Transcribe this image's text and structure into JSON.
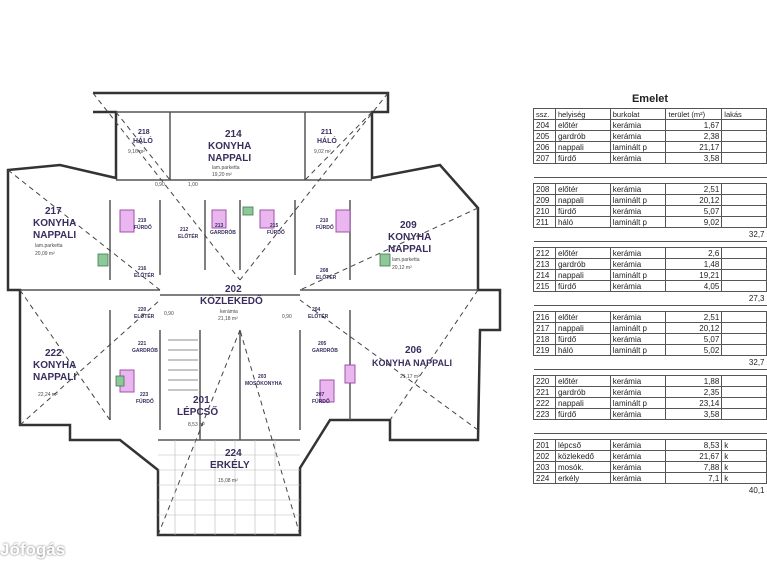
{
  "rooms": {
    "r218": {
      "num": "218",
      "name": "HÁLÓ",
      "area": "9,16 m²"
    },
    "r214": {
      "num": "214",
      "name1": "KONYHA",
      "name2": "NAPPALI",
      "floor": "lam.parketta",
      "area": "19,20 m²"
    },
    "r211": {
      "num": "211",
      "name": "HÁLÓ",
      "area": "9,02 m²"
    },
    "r217": {
      "num": "217",
      "name1": "KONYHA",
      "name2": "NAPPALI",
      "floor": "lam.parketta",
      "area": "20,09 m²"
    },
    "r209": {
      "num": "209",
      "name1": "KONYHA",
      "name2": "NAPPALI",
      "floor": "lam.parketta",
      "area": "20,12 m²"
    },
    "r202": {
      "num": "202",
      "name": "KÖZLEKEDŐ",
      "floor": "kerámia",
      "area": "21,18 m²"
    },
    "r222": {
      "num": "222",
      "name1": "KONYHA",
      "name2": "NAPPALI",
      "area": "22,24 m²"
    },
    "r206": {
      "num": "206",
      "name": "KONYHA NAPPALI",
      "area": "21,17 m²"
    },
    "r201": {
      "num": "201",
      "name": "LÉPCSŐ",
      "area": "8,53 m²"
    },
    "r224": {
      "num": "224",
      "name": "ERKÉLY",
      "area": "15,08 m²"
    },
    "small": {
      "furdo": "FÜRDŐ",
      "eloter": "ELŐTÉR",
      "gardrob": "GARDRÓB",
      "moskonyha": "MOSÓKONYHA",
      "f219": "219",
      "f215": "215",
      "e216": "216",
      "e210": "210",
      "e212": "212",
      "g213": "213",
      "e208": "208",
      "e220": "220",
      "g221": "221",
      "f223": "223",
      "e204": "204",
      "g205": "205",
      "f207": "207",
      "m203": "203"
    },
    "dims": {
      "d1": "0,90",
      "d2": "1,00",
      "d3": "0,90",
      "d4": "0,90"
    }
  },
  "table": {
    "title": "Emelet",
    "headers": [
      "ssz.",
      "helyiség",
      "burkolat",
      "terület (m²)",
      "lakás"
    ],
    "groups": [
      {
        "rows": [
          [
            "204",
            "előtér",
            "kerámia",
            "1,67"
          ],
          [
            "205",
            "gardrób",
            "kerámia",
            "2,38"
          ],
          [
            "206",
            "nappali",
            "laminált p",
            "21,17"
          ],
          [
            "207",
            "fürdő",
            "kerámia",
            "3,58"
          ]
        ],
        "subtotal": ""
      },
      {
        "rows": [
          [
            "208",
            "előtér",
            "kerámia",
            "2,51"
          ],
          [
            "209",
            "nappali",
            "laminált p",
            "20,12"
          ],
          [
            "210",
            "fürdő",
            "kerámia",
            "5,07"
          ],
          [
            "211",
            "háló",
            "laminált p",
            "9,02"
          ]
        ],
        "subtotal": "32,7"
      },
      {
        "rows": [
          [
            "212",
            "előtér",
            "kerámia",
            "2,6"
          ],
          [
            "213",
            "gardrób",
            "kerámia",
            "1,48"
          ],
          [
            "214",
            "nappali",
            "laminált p",
            "19,21"
          ],
          [
            "215",
            "fürdő",
            "kerámia",
            "4,05"
          ]
        ],
        "subtotal": "27,3"
      },
      {
        "rows": [
          [
            "216",
            "előtér",
            "kerámia",
            "2,51"
          ],
          [
            "217",
            "nappali",
            "laminált p",
            "20,12"
          ],
          [
            "218",
            "fürdő",
            "kerámia",
            "5,07"
          ],
          [
            "219",
            "háló",
            "laminált p",
            "5,02"
          ]
        ],
        "subtotal": "32,7"
      },
      {
        "rows": [
          [
            "220",
            "előtér",
            "kerámia",
            "1,88"
          ],
          [
            "221",
            "gardrób",
            "kerámia",
            "2,35"
          ],
          [
            "222",
            "nappali",
            "laminált p",
            "23,14"
          ],
          [
            "223",
            "fürdő",
            "kerámia",
            "3,58"
          ]
        ],
        "subtotal": ""
      },
      {
        "rows": [
          [
            "201",
            "lépcső",
            "kerámia",
            "8,53",
            "k"
          ],
          [
            "202",
            "közlekedő",
            "kerámia",
            "21,67",
            "k"
          ],
          [
            "203",
            "mosók.",
            "kerámia",
            "7,88",
            "k"
          ],
          [
            "224",
            "erkély",
            "kerámia",
            "7,1",
            "k"
          ]
        ],
        "subtotal": "40,1"
      }
    ]
  },
  "watermark": "Jófogás"
}
